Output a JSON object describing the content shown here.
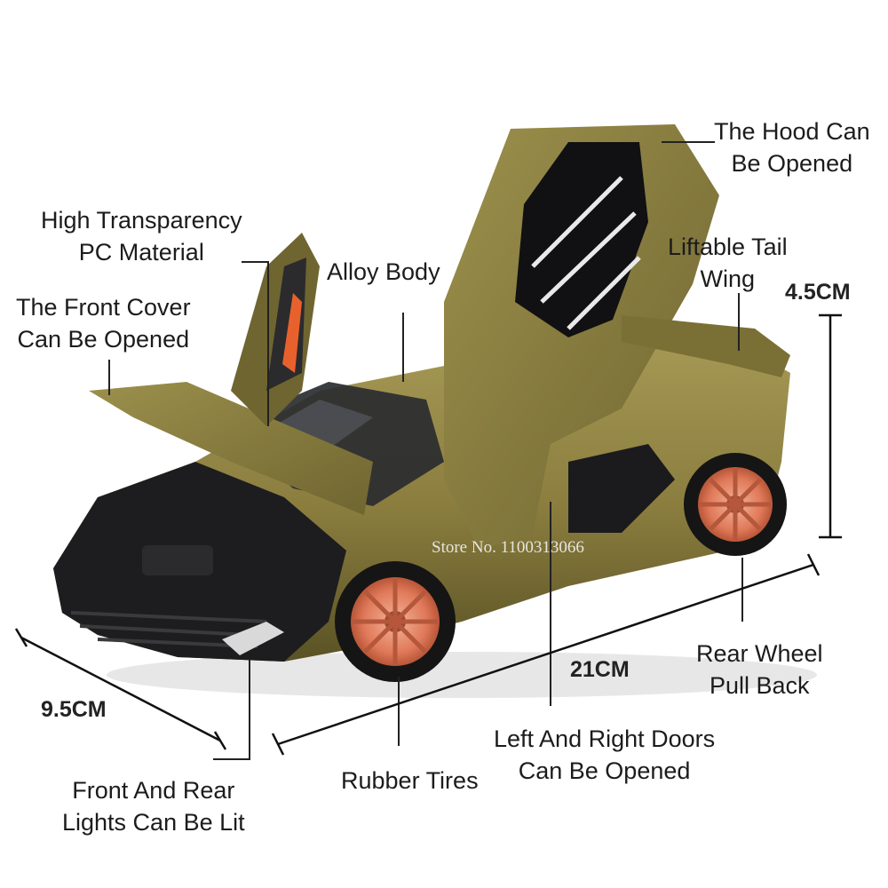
{
  "labels": {
    "hood": [
      "The Hood Can",
      "Be Opened"
    ],
    "transparency": [
      "High Transparency",
      "PC Material"
    ],
    "alloy": [
      "Alloy Body"
    ],
    "tail_wing": [
      "Liftable Tail",
      "Wing"
    ],
    "front_cover": [
      "The Front Cover",
      "Can Be Opened"
    ],
    "rear_wheel": [
      "Rear Wheel",
      "Pull Back"
    ],
    "doors": [
      "Left And Right Doors",
      "Can Be Opened"
    ],
    "tires": [
      "Rubber Tires"
    ],
    "lights": [
      "Front And Rear",
      "Lights Can Be Lit"
    ]
  },
  "dimensions": {
    "height": "4.5CM",
    "length": "21CM",
    "width": "9.5CM"
  },
  "watermark": "Store No. 1100313066",
  "colors": {
    "body_gold": "#8d8040",
    "body_shadow": "#5b5326",
    "carbon_black": "#1b1b1d",
    "rim_orange": "#e07a5a",
    "text": "#1c1c1c"
  }
}
